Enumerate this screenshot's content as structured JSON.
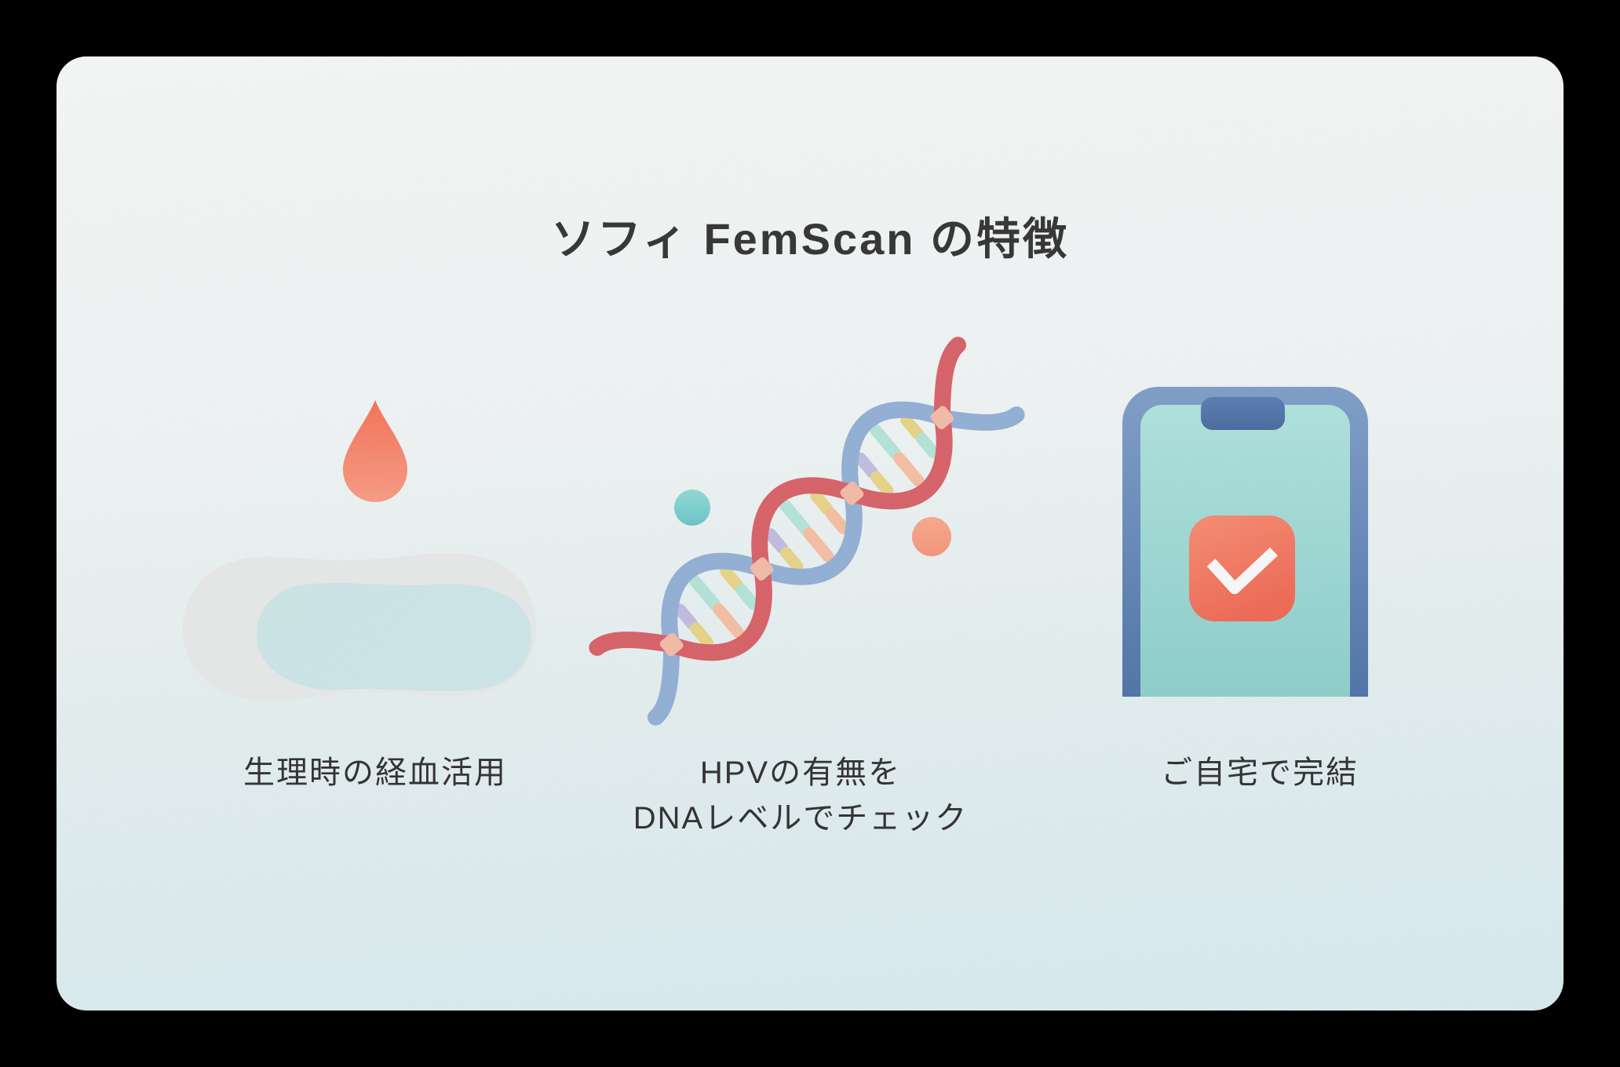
{
  "title": "ソフィ FemScan の特徴",
  "features": [
    {
      "icon": "blood-drop-pad-icon",
      "label_lines": [
        "生理時の経血活用"
      ]
    },
    {
      "icon": "dna-helix-icon",
      "label_lines": [
        "HPVの有無を",
        "DNAレベルでチェック"
      ]
    },
    {
      "icon": "smartphone-check-icon",
      "label_lines": [
        "ご自宅で完結"
      ]
    }
  ],
  "colors": {
    "text": "#363636",
    "card_top": "#f9fafa",
    "card_bottom": "#dceef3",
    "drop_coral": "#f87a5f",
    "pad_gray": "#ececec",
    "pad_teal": "#cfe9ea",
    "dna_red": "#dc676e",
    "dna_blue": "#97b4da",
    "rung_yellow": "#ebd88c",
    "rung_mint": "#b8e8dc",
    "rung_lavender": "#c6c1e5",
    "rung_peach": "#f9c3a7",
    "dot_teal": "#8edbd8",
    "dot_salmon": "#f9a084",
    "phone_frame": "#6d92c0",
    "phone_screen": "#a5dfdc",
    "app_icon_coral": "#f4755e",
    "check_white": "#fcfcfc"
  }
}
